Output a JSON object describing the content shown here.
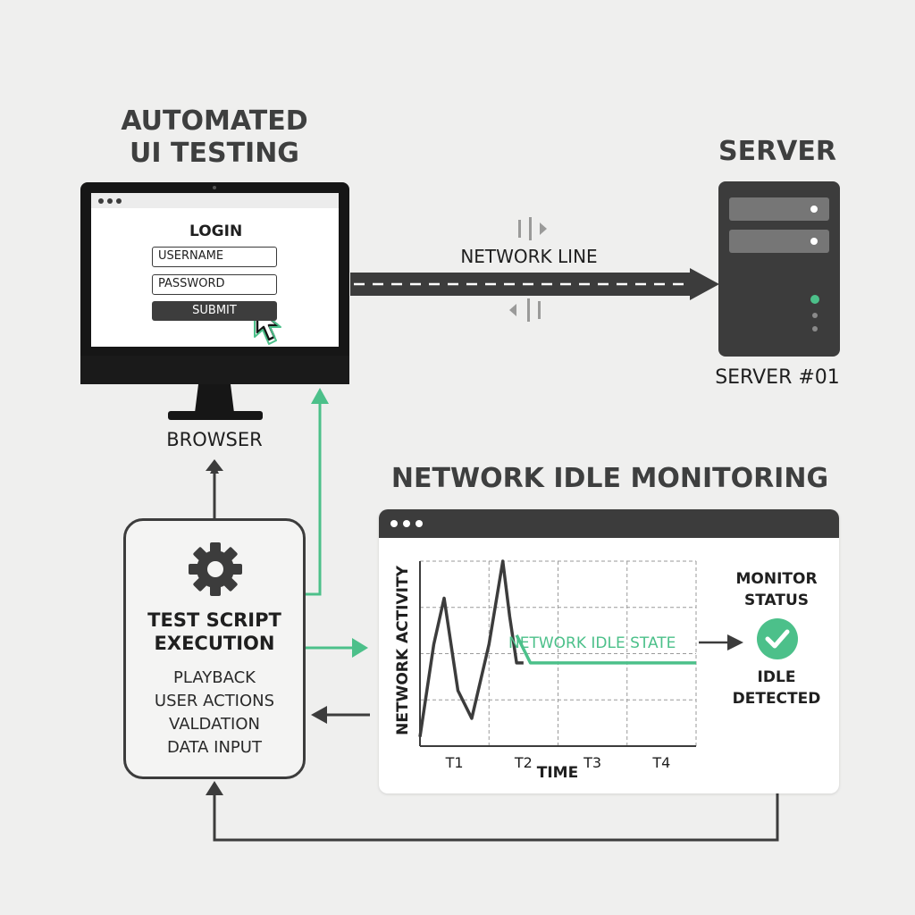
{
  "title": {
    "line1": "AUTOMATED",
    "line2": "UI TESTING"
  },
  "browser": {
    "login_title": "LOGIN",
    "username_field": "USERNAME",
    "password_field": "PASSWORD",
    "submit_label": "SUBMIT",
    "caption": "BROWSER"
  },
  "network": {
    "label": "NETWORK LINE"
  },
  "server": {
    "title": "SERVER",
    "caption": "SERVER #01"
  },
  "script": {
    "title_line1": "TEST SCRIPT",
    "title_line2": "EXECUTION",
    "items": [
      "PLAYBACK",
      "USER ACTIONS",
      "VALDATION",
      "DATA INPUT"
    ]
  },
  "monitoring": {
    "title": "NETWORK IDLE MONITORING",
    "status_title_line1": "MONITOR",
    "status_title_line2": "STATUS",
    "status_line1": "IDLE",
    "status_line2": "DETECTED"
  },
  "colors": {
    "accent": "#4cc08a",
    "dark": "#3c3c3c",
    "background": "#efefee"
  },
  "chart_data": {
    "type": "line",
    "ylabel": "NETWORK ACTIVITY",
    "xlabel": "TIME",
    "x_ticks": [
      "T1",
      "T2",
      "T3",
      "T4"
    ],
    "xlim": [
      0,
      4
    ],
    "ylim": [
      0,
      1
    ],
    "series": [
      {
        "values_x": [
          0,
          0.2,
          0.35,
          0.55,
          0.75,
          1.0,
          1.2,
          1.3,
          1.4,
          1.5
        ],
        "values_y": [
          0.05,
          0.55,
          0.8,
          0.3,
          0.15,
          0.55,
          1.0,
          0.7,
          0.45,
          0.45
        ]
      },
      {
        "values_x": [
          1.4,
          1.6,
          4.0
        ],
        "values_y": [
          0.6,
          0.45,
          0.45
        ]
      }
    ],
    "annotation": "NETWORK IDLE STATE",
    "grid": true
  }
}
